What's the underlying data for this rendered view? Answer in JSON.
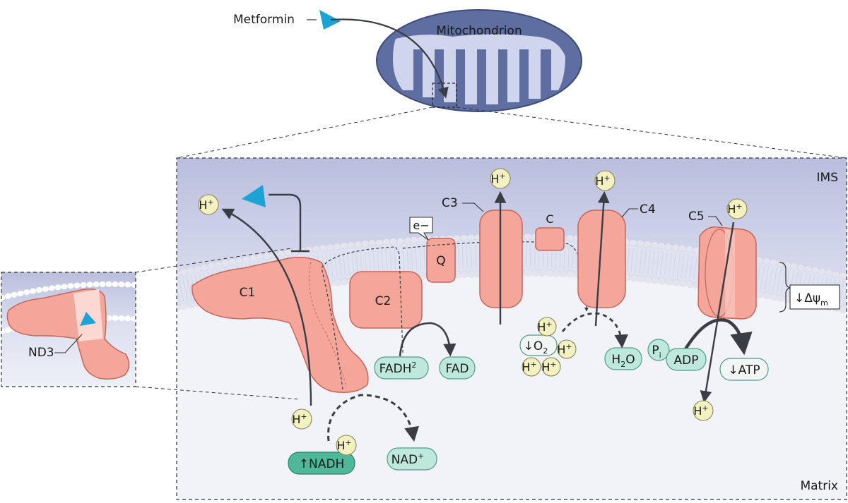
{
  "labels": {
    "metformin": "Metformin",
    "mitochondrion": "Mitochondrion",
    "ims": "IMS",
    "matrix": "Matrix",
    "c1": "C1",
    "c2": "C2",
    "c3": "C3",
    "c4": "C4",
    "c5": "C5",
    "q": "Q",
    "cytc": "C",
    "electron": "e−",
    "nd3": "ND3",
    "proton": "H",
    "plus": "+",
    "nadh": "↑NADH",
    "nad": "NAD",
    "fadh": "FADH",
    "fadh_sup": "2",
    "fad": "FAD",
    "o2": "↓O",
    "o2_sub": "2",
    "h2o_h": "H",
    "h2o_sub": "2",
    "h2o_o": "O",
    "pi": "P",
    "pi_sub": "i",
    "adp": "ADP",
    "atp": "↓ATP",
    "delta_psi": "↓Δψ",
    "delta_psi_sub": "m"
  },
  "colors": {
    "protein": "#f4a69a",
    "protein_stroke": "#c6655a",
    "mito_outer": "#5f6ea0",
    "mito_inner": "#cfd5ec",
    "ims_bg": "#c9cde6",
    "matrix_bg": "#f2f3f9",
    "proton_fill": "#f3f0c2",
    "metabolite_fill": "#bfe8dc",
    "nadh_fill": "#4fb89a",
    "metformin": "#1aa3d4",
    "arrow": "#3a3d45"
  }
}
